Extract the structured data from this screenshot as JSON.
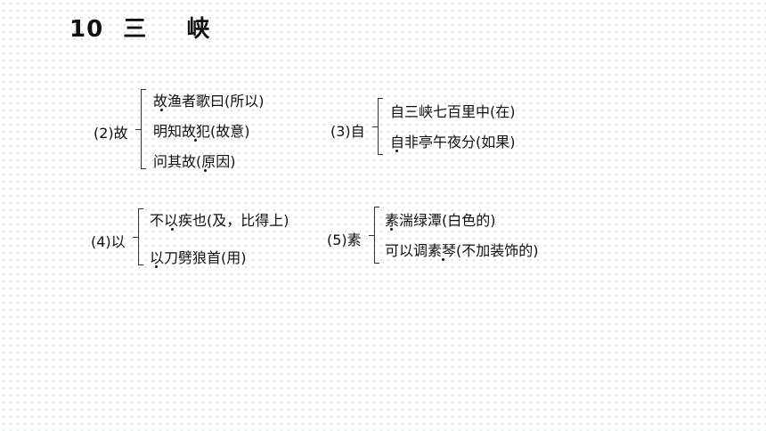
{
  "title": {
    "number": "10",
    "char1": "三",
    "char2": "峡"
  },
  "groups": {
    "g2": {
      "label": "(2)故",
      "items": [
        "故渔者歌曰(所以)",
        "明知故犯(故意)",
        "问其故(原因)"
      ]
    },
    "g3": {
      "label": "(3)自",
      "items": [
        "自三峡七百里中(在)",
        "自非亭午夜分(如果)"
      ]
    },
    "g4": {
      "label": "(4)以",
      "items": [
        "不以疾也(及，比得上)",
        "以刀劈狼首(用)"
      ]
    },
    "g5": {
      "label": "(5)素",
      "items": [
        "素湍绿潭(白色的)",
        "可以调素琴(不加装饰的)"
      ]
    }
  }
}
